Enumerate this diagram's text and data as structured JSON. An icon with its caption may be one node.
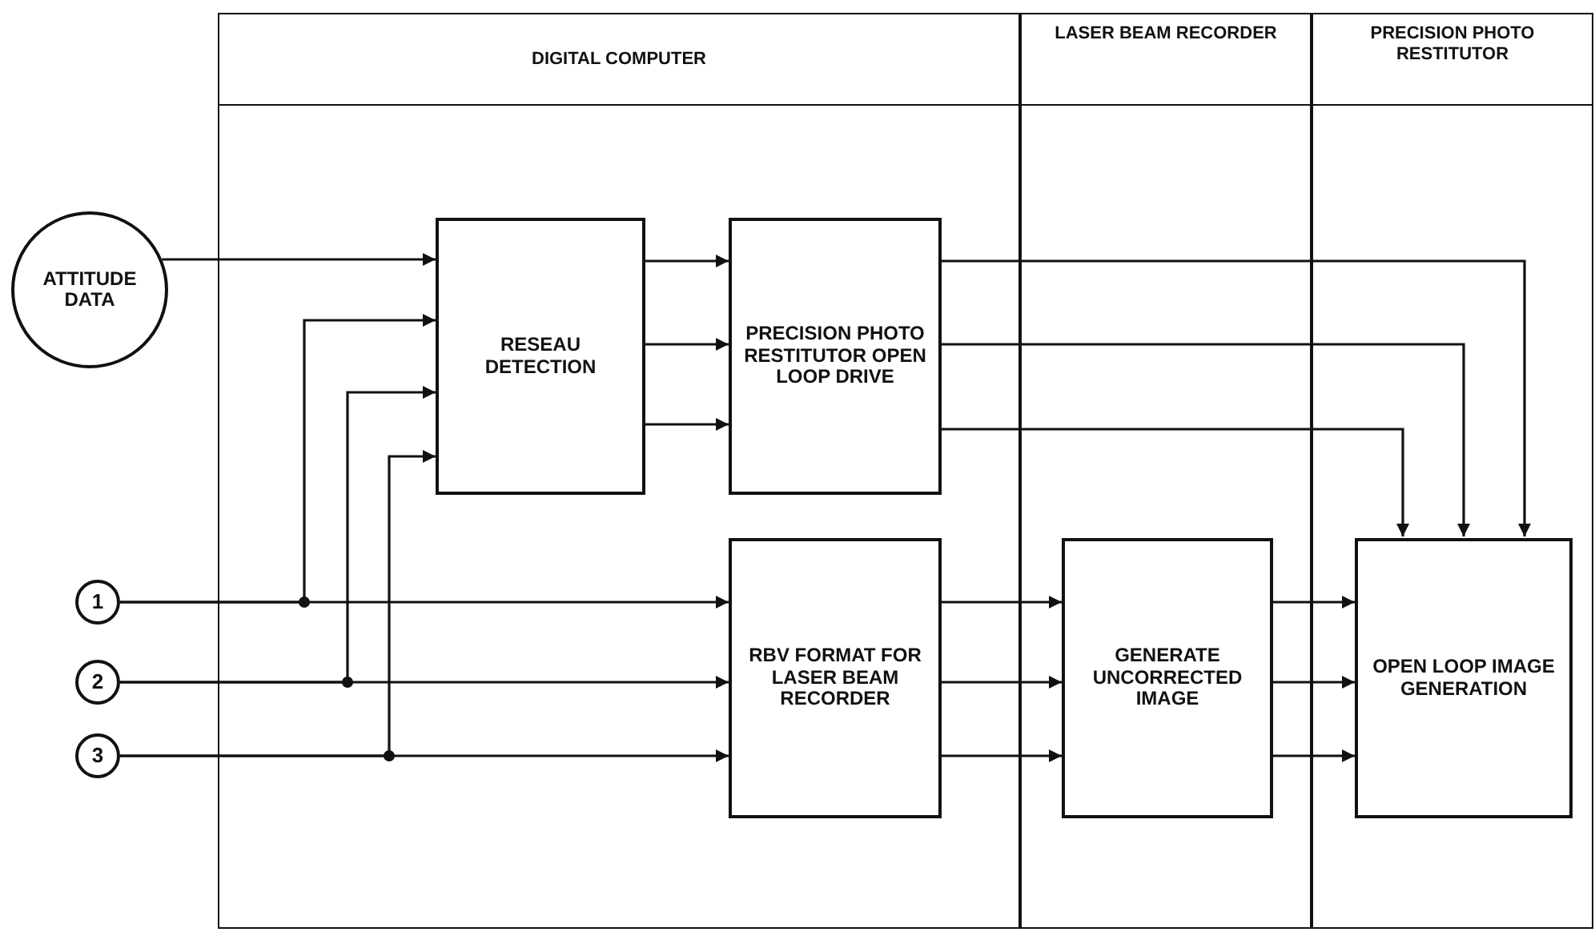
{
  "diagram": {
    "nodes": [
      {
        "text": [
          "DIGITAL COMPUTER"
        ]
      },
      {
        "text": [
          "LASER BEAM RECORDER"
        ]
      },
      {
        "text": [
          "PRECISION PHOTO RESTITUTOR"
        ]
      },
      {
        "text": [
          "ATTITUDE DATA"
        ]
      },
      {
        "text": [
          "RESEAU DETECTION"
        ],
        "in": 0
      },
      {
        "text": [
          "PRECISION PHOTO RESTITUTOR OPEN LOOP DRIVE"
        ],
        "in": 0
      },
      {
        "text": [
          "RBV FORMAT FOR LASER BEAM RECORDER"
        ],
        "in": 0
      },
      {
        "text": [
          "GENERATE UNCORRECTED IMAGE"
        ],
        "in": 1
      },
      {
        "text": [
          "OPEN LOOP IMAGE GENERATION"
        ],
        "in": 2
      },
      {
        "text": [
          "1"
        ]
      },
      {
        "text": [
          "2"
        ]
      },
      {
        "text": [
          "3"
        ]
      }
    ],
    "edges": [
      {
        "from": 3,
        "to": 4,
        "arrow": "to"
      },
      {
        "from": 9,
        "to": 4,
        "arrow": "to"
      },
      {
        "from": 9,
        "to": 6,
        "arrow": "to"
      },
      {
        "from": 10,
        "to": 4,
        "arrow": "to"
      },
      {
        "from": 10,
        "to": 6,
        "arrow": "to"
      },
      {
        "from": 11,
        "to": 4,
        "arrow": "to"
      },
      {
        "from": 11,
        "to": 6,
        "arrow": "to"
      },
      {
        "from": 4,
        "to": 5,
        "arrow": "to"
      },
      {
        "from": 4,
        "to": 5,
        "arrow": "to"
      },
      {
        "from": 4,
        "to": 5,
        "arrow": "to"
      },
      {
        "from": 5,
        "to": 8,
        "arrow": "to"
      },
      {
        "from": 5,
        "to": 8,
        "arrow": "to"
      },
      {
        "from": 5,
        "to": 8,
        "arrow": "to"
      },
      {
        "from": 6,
        "to": 7,
        "arrow": "to"
      },
      {
        "from": 6,
        "to": 7,
        "arrow": "to"
      },
      {
        "from": 6,
        "to": 7,
        "arrow": "to"
      },
      {
        "from": 7,
        "to": 8,
        "arrow": "to"
      },
      {
        "from": 7,
        "to": 8,
        "arrow": "to"
      },
      {
        "from": 7,
        "to": 8,
        "arrow": "to"
      }
    ]
  }
}
